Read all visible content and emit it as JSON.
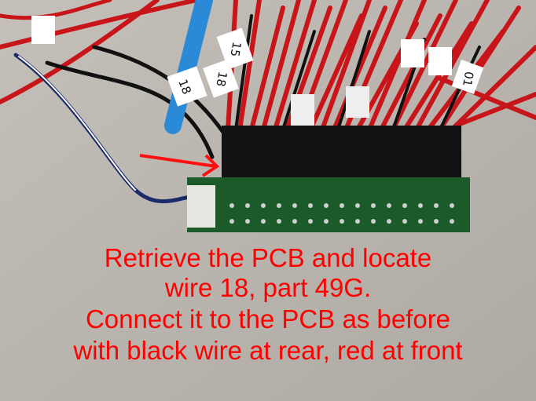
{
  "image": {
    "description_labels": [
      "18",
      "15",
      "18",
      "01"
    ],
    "colors": {
      "caption": "#ff0000",
      "pcb": "#1d5a2a",
      "connector": "#111111",
      "background": "#b9b5ae"
    }
  },
  "caption": {
    "lines": [
      "Retrieve the PCB and locate",
      "wire 18, part 49G.",
      "Connect it to the PCB as before",
      "with black wire at rear, red at front"
    ]
  }
}
